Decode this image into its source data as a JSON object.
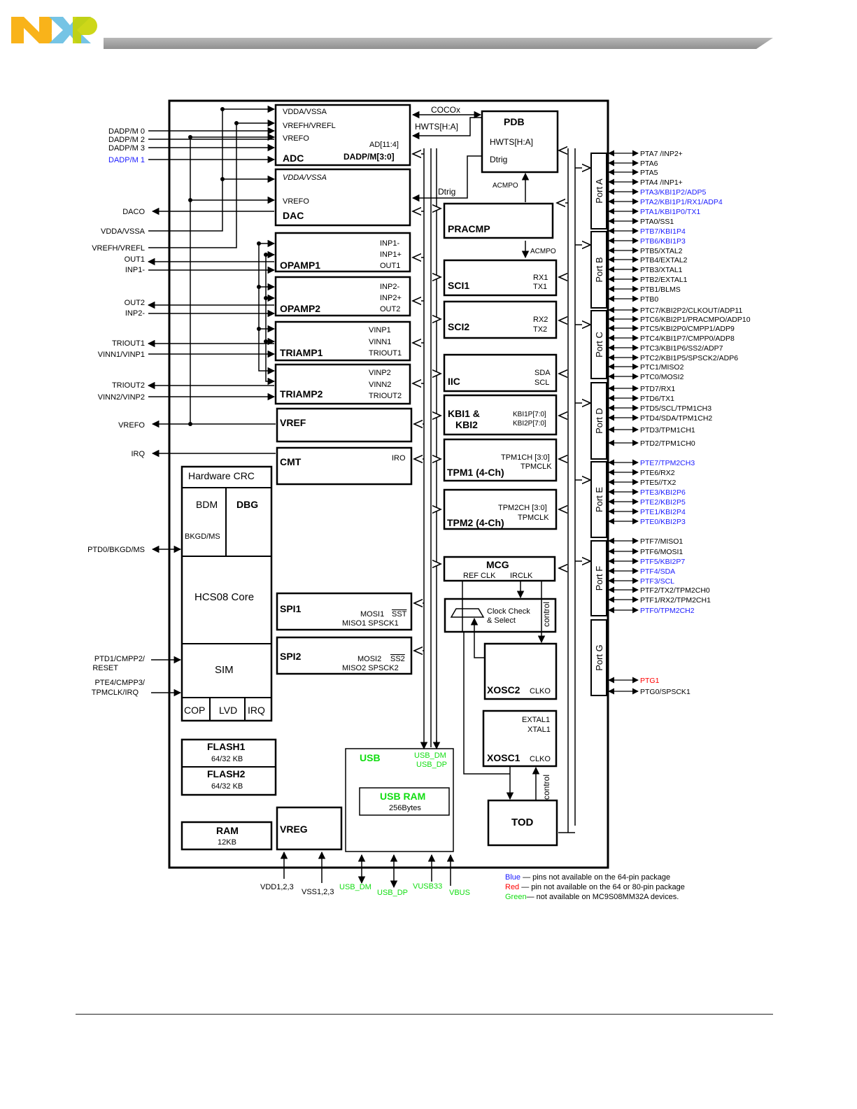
{
  "colors": {
    "blue": "#1a1aff",
    "red": "#ff0000",
    "green": "#11dd11",
    "nxp_orange": "#f9b31a",
    "nxp_blue": "#6ec1e4",
    "nxp_green": "#c8d300"
  },
  "logo": {
    "text": "NXP"
  },
  "left_signals": {
    "dadpm0": "DADP/M 0",
    "dadpm2": "DADP/M 2",
    "dadpm3": "DADP/M 3",
    "dadpm1": "DADP/M 1",
    "daco": "DACO",
    "vdda_vssa": "VDDA/VSSA",
    "vrefh_vrefl": "VREFH/VREFL",
    "out1": "OUT1",
    "inp1m": "INP1-",
    "out2": "OUT2",
    "inp2m": "INP2-",
    "triout1": "TRIOUT1",
    "vinn1_vinp1": "VINN1/VINP1",
    "triout2": "TRIOUT2",
    "vinn2_vinp2": "VINN2/VINP2",
    "vrefo": "VREFO",
    "irq": "IRQ",
    "ptd0": "PTD0/BKGD/MS",
    "ptd1a": "PTD1/CMPP2/",
    "ptd1b": "RESET",
    "pte4a": "PTE4/CMPP3/",
    "pte4b": "TPMCLK/IRQ"
  },
  "blocks": {
    "adc": {
      "name": "ADC",
      "l1": "VDDA/VSSA",
      "l2": "VREFH/VREFL",
      "l3": "VREFO",
      "ad": "AD[11:4]",
      "dadp": "DADP/M[3:0]"
    },
    "dac": {
      "name": "DAC",
      "l1": "VDDA/VSSA",
      "l2": "VREFO"
    },
    "opamp1": {
      "name": "OPAMP1",
      "p1": "INP1-",
      "p2": "INP1+",
      "p3": "OUT1"
    },
    "opamp2": {
      "name": "OPAMP2",
      "p1": "INP2-",
      "p2": "INP2+",
      "p3": "OUT2"
    },
    "triamp1": {
      "name": "TRIAMP1",
      "p1": "VINP1",
      "p2": "VINN1",
      "p3": "TRIOUT1"
    },
    "triamp2": {
      "name": "TRIAMP2",
      "p1": "VINP2",
      "p2": "VINN2",
      "p3": "TRIOUT2"
    },
    "vref": {
      "name": "VREF"
    },
    "cmt": {
      "name": "CMT",
      "irq": "IRO"
    },
    "crc": {
      "name": "Hardware CRC"
    },
    "bdm": {
      "name": "BDM",
      "sub": "BKGD/MS"
    },
    "dbg": {
      "name": "DBG"
    },
    "core": {
      "name": "HCS08 Core"
    },
    "sim": {
      "name": "SIM",
      "cop": "COP",
      "lvd": "LVD",
      "irq": "IRQ"
    },
    "spi1": {
      "name": "SPI1",
      "l1": "MOSI1",
      "l1b": "SST",
      "l2": "MISO1  SPSCK1"
    },
    "spi2": {
      "name": "SPI2",
      "l1": "MOSI2",
      "l1b": "SS2",
      "l2": "MISO2  SPSCK2"
    },
    "flash1": {
      "name": "FLASH1",
      "size": "64/32 KB"
    },
    "flash2": {
      "name": "FLASH2",
      "size": "64/32 KB"
    },
    "ram": {
      "name": "RAM",
      "size": "12KB"
    },
    "vreg": {
      "name": "VREG"
    },
    "usb": {
      "name": "USB",
      "dm": "USB_DM",
      "dp": "USB_DP",
      "ram": "USB RAM",
      "ram_size": "256Bytes"
    },
    "pdb": {
      "name": "PDB",
      "hwts": "HWTS[H:A]",
      "dtrig": "Dtrig"
    },
    "pracmp": {
      "name": "PRACMP"
    },
    "sci1": {
      "name": "SCI1",
      "rx": "RX1",
      "tx": "TX1"
    },
    "sci2": {
      "name": "SCI2",
      "rx": "RX2",
      "tx": "TX2"
    },
    "iic": {
      "name": "IIC",
      "sda": "SDA",
      "scl": "SCL"
    },
    "kbi": {
      "name1": "KBI1  &",
      "name2": "KBI2",
      "p1": "KBI1P[7:0]",
      "p2": "KBI2P[7:0]"
    },
    "tpm1": {
      "name": "TPM1 (4-Ch)",
      "ch": "TPM1CH [3:0]",
      "clk": "TPMCLK"
    },
    "tpm2": {
      "name": "TPM2 (4-Ch)",
      "ch": "TPM2CH [3:0]",
      "clk": "TPMCLK"
    },
    "mcg": {
      "name": "MCG",
      "ref": "REF CLK",
      "ir": "IRCLK"
    },
    "ccs": {
      "l1": "Clock Check",
      "l2": "& Select"
    },
    "xosc2": {
      "name": "XOSC2",
      "clko": "CLKO"
    },
    "xosc1": {
      "name": "XOSC1",
      "clko": "CLKO",
      "ex": "EXTAL1",
      "xt": "XTAL1"
    },
    "tod": {
      "name": "TOD"
    }
  },
  "internal": {
    "cocox": "COCOx",
    "hwts": "HWTS[H:A]",
    "dtrig": "Dtrig",
    "acmpo": "ACMPO",
    "acmpo2": "ACMPO",
    "control": "control"
  },
  "ports": [
    "Port A",
    "Port B",
    "Port C",
    "Port D",
    "Port E",
    "Port F",
    "Port G"
  ],
  "pins": [
    {
      "t": "PTA7 /INP2+",
      "c": "k"
    },
    {
      "t": "PTA6",
      "c": "k"
    },
    {
      "t": "PTA5",
      "c": "k"
    },
    {
      "t": "PTA4 /INP1+",
      "c": "k"
    },
    {
      "t": "PTA3/KBI1P2/ADP5",
      "c": "b"
    },
    {
      "t": "PTA2/KBI1P1/RX1/ADP4",
      "c": "b"
    },
    {
      "t": "PTA1/KBI1P0/TX1",
      "c": "b"
    },
    {
      "t": "PTA0/SS1",
      "c": "k"
    },
    {
      "t": "PTB7/KBI1P4",
      "c": "b"
    },
    {
      "t": "PTB6/KBI1P3",
      "c": "b"
    },
    {
      "t": "PTB5/XTAL2",
      "c": "k"
    },
    {
      "t": "PTB4/EXTAL2",
      "c": "k"
    },
    {
      "t": "PTB3/XTAL1",
      "c": "k"
    },
    {
      "t": "PTB2/EXTAL1",
      "c": "k"
    },
    {
      "t": "PTB1/BLMS",
      "c": "k"
    },
    {
      "t": "PTB0",
      "c": "k"
    },
    {
      "t": "PTC7/KBI2P2/CLKOUT/ADP11",
      "c": "k"
    },
    {
      "t": "PTC6/KBI2P1/PRACMPO/ADP10",
      "c": "k"
    },
    {
      "t": "PTC5/KBI2P0/CMPP1/ADP9",
      "c": "k"
    },
    {
      "t": "PTC4/KBI1P7/CMPP0/ADP8",
      "c": "k"
    },
    {
      "t": "PTC3/KBI1P6/SS2/ADP7",
      "c": "k"
    },
    {
      "t": "PTC2/KBI1P5/SPSCK2/ADP6",
      "c": "k"
    },
    {
      "t": "PTC1/MISO2",
      "c": "k"
    },
    {
      "t": "PTC0/MOSI2",
      "c": "k"
    },
    {
      "t": "PTD7/RX1",
      "c": "k"
    },
    {
      "t": "PTD6/TX1",
      "c": "k"
    },
    {
      "t": "PTD5/SCL/TPM1CH3",
      "c": "k"
    },
    {
      "t": "PTD4/SDA/TPM1CH2",
      "c": "k"
    },
    {
      "t": "PTD3/TPM1CH1",
      "c": "k"
    },
    {
      "t": "PTD2/TPM1CH0",
      "c": "k"
    },
    {
      "t": "PTE7/TPM2CH3",
      "c": "b"
    },
    {
      "t": "PTE6/RX2",
      "c": "k"
    },
    {
      "t": "PTE5//TX2",
      "c": "k"
    },
    {
      "t": "PTE3/KBI2P6",
      "c": "b"
    },
    {
      "t": "PTE2/KBI2P5",
      "c": "b"
    },
    {
      "t": "PTE1/KBI2P4",
      "c": "b"
    },
    {
      "t": "PTE0/KBI2P3",
      "c": "b"
    },
    {
      "t": "PTF7/MISO1",
      "c": "k"
    },
    {
      "t": "PTF6/MOSI1",
      "c": "k"
    },
    {
      "t": "PTF5/KBI2P7",
      "c": "b"
    },
    {
      "t": "PTF4/SDA",
      "c": "b"
    },
    {
      "t": "PTF3/SCL",
      "c": "b"
    },
    {
      "t": "PTF2/TX2/TPM2CH0",
      "c": "k"
    },
    {
      "t": "PTF1/RX2/TPM2CH1",
      "c": "k"
    },
    {
      "t": "PTF0/TPM2CH2",
      "c": "b"
    },
    {
      "t": "PTG1",
      "c": "r"
    },
    {
      "t": "PTG0/SPSCK1",
      "c": "k"
    }
  ],
  "bottom": {
    "vdd": "VDD1,2,3",
    "vss": "VSS1,2,3",
    "usb_dm": "USB_DM",
    "usb_dp": "USB_DP",
    "vusb33": "VUSB33",
    "vbus": "VBUS"
  },
  "legend": {
    "blue_key": "Blue",
    "blue_text": " — pins not available on the 64-pin package",
    "red_key": "Red",
    "red_text": "  — pin not available on the 64 or 80-pin package",
    "green_key": "Green",
    "green_text": "— not available on MC9S08MM32A devices."
  }
}
